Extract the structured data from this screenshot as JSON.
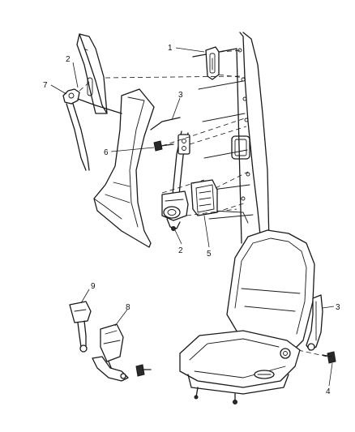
{
  "callouts": [
    {
      "id": "c1",
      "text": "1"
    },
    {
      "id": "c2a",
      "text": "2"
    },
    {
      "id": "c7",
      "text": "7"
    },
    {
      "id": "c3a",
      "text": "3"
    },
    {
      "id": "c6",
      "text": "6"
    },
    {
      "id": "c2b",
      "text": "2"
    },
    {
      "id": "c5",
      "text": "5"
    },
    {
      "id": "c9",
      "text": "9"
    },
    {
      "id": "c8",
      "text": "8"
    },
    {
      "id": "c3b",
      "text": "3"
    },
    {
      "id": "c4",
      "text": "4"
    }
  ],
  "colors": {
    "line": "#1a1a1a",
    "background": "#ffffff"
  }
}
